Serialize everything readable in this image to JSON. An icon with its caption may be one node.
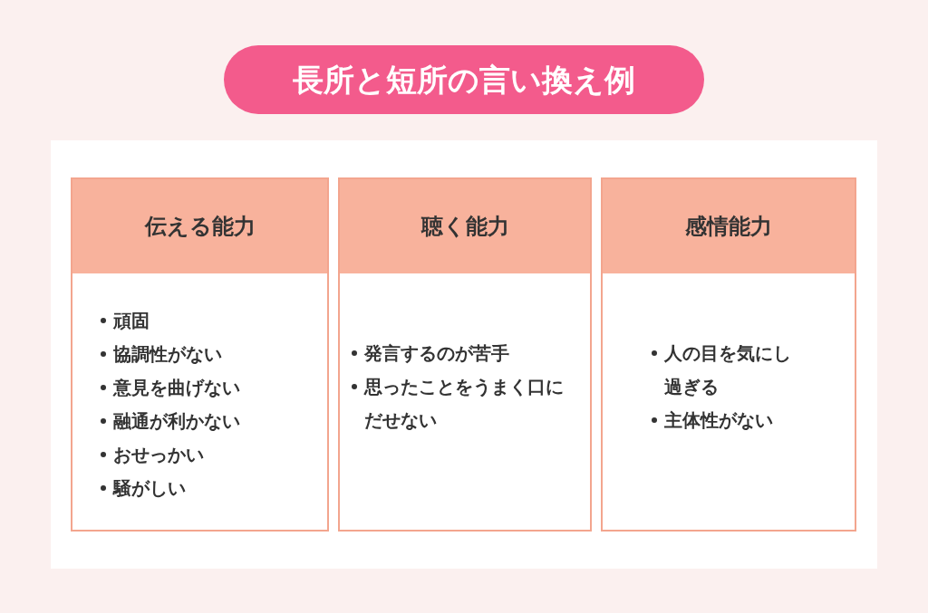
{
  "diagram": {
    "title": "長所と短所の言い換え例",
    "nodes": [
      {
        "text": [
          "伝える能力",
          "頑固",
          "協調性がない",
          "意見を曲げない",
          "融通が利かない",
          "おせっかい",
          "騒がしい"
        ]
      },
      {
        "text": [
          "聴く能力",
          "発言するのが苦手",
          "思ったことをうまく口にだせない"
        ]
      },
      {
        "text": [
          "感情能力",
          "人の目を気にし過ぎる",
          "主体性がない"
        ]
      }
    ]
  }
}
